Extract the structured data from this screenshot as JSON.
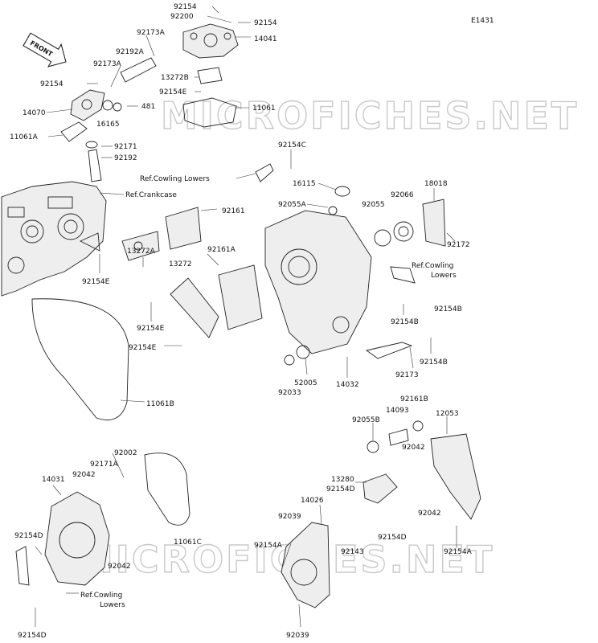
{
  "diagram_id": "E1431",
  "front_label": "FRONT",
  "watermark": "MICROFICHES.NET",
  "labels": {
    "p92154_top": "92154",
    "p92200": "92200",
    "p92154_tr": "92154",
    "p92173A_a": "92173A",
    "p14041": "14041",
    "p92192A": "92192A",
    "p92173A_b": "92173A",
    "p92154_l": "92154",
    "p13272B": "13272B",
    "p92154E_t": "92154E",
    "p14070": "14070",
    "p481": "481",
    "p11061": "11061",
    "p16165": "16165",
    "p11061A": "11061A",
    "p92171": "92171",
    "p92192": "92192",
    "p92154C": "92154C",
    "ref_cowling_1": "Ref.Cowling Lowers",
    "p16115": "16115",
    "ref_crankcase": "Ref.Crankcase",
    "p18018": "18018",
    "p92055A": "92055A",
    "p92066": "92066",
    "p92161": "92161",
    "p92055": "92055",
    "p92172": "92172",
    "p13272A": "13272A",
    "p92154E_m": "92154E",
    "p13272": "13272",
    "p92161A": "92161A",
    "ref_cowling_2a": "Ref.Cowling",
    "ref_cowling_2b": "Lowers",
    "p92154B_a": "92154B",
    "p92154E_b": "92154E",
    "p92154B_b": "92154B",
    "p92154E_c": "92154E",
    "p92154B_c": "92154B",
    "p52005": "52005",
    "p14032": "14032",
    "p92173": "92173",
    "p92033": "92033",
    "p11061B": "11061B",
    "p92161B": "92161B",
    "p14093": "14093",
    "p12053": "12053",
    "p92055B": "92055B",
    "p92042_r": "92042",
    "p92002": "92002",
    "p92171A": "92171A",
    "p92042_l": "92042",
    "p14031": "14031",
    "p13280": "13280",
    "p92154D_m": "92154D",
    "p14026": "14026",
    "p92042_r2": "92042",
    "p92039_t": "92039",
    "p92154D_l": "92154D",
    "p11061C": "11061C",
    "p92154D_r": "92154D",
    "p92154A_l": "92154A",
    "p92143": "92143",
    "p92154A_r": "92154A",
    "p92042_b": "92042",
    "ref_cowling_3a": "Ref.Cowling",
    "ref_cowling_3b": "Lowers",
    "p92154D_b": "92154D",
    "p92039_b": "92039"
  }
}
